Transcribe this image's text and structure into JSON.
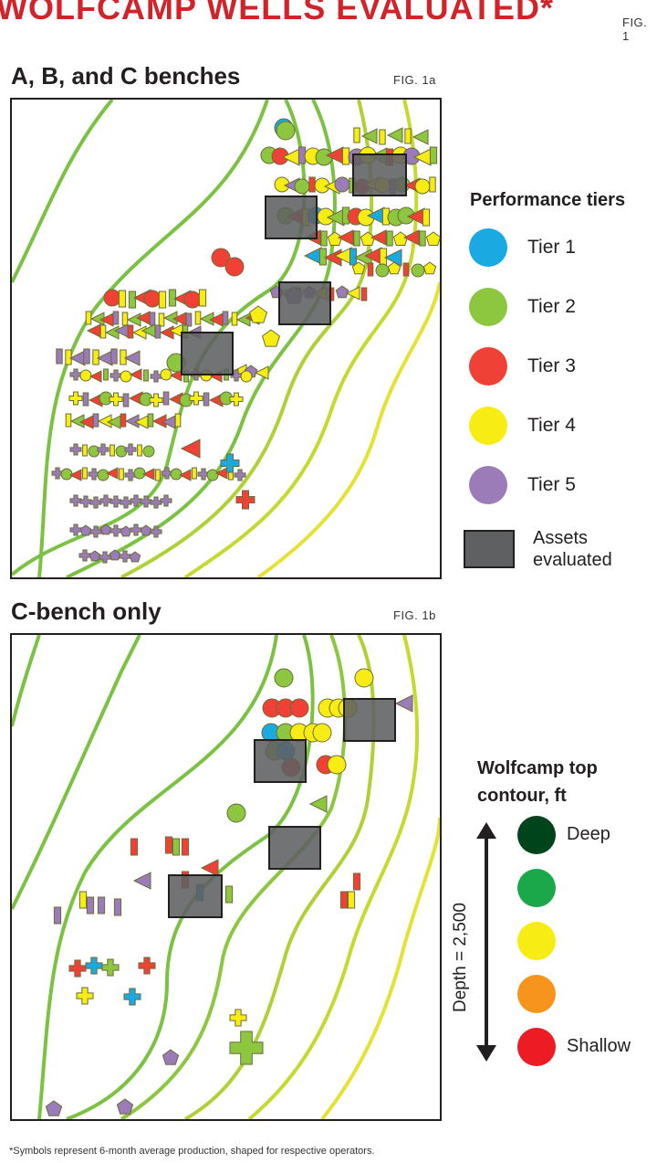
{
  "title": "WOLFCAMP WELLS EVALUATED*",
  "fig_main": "FIG. 1",
  "panel_a": {
    "title": "A, B, and C benches",
    "fig": "FIG. 1a"
  },
  "panel_b": {
    "title": "C-bench only",
    "fig": "FIG. 1b"
  },
  "tier_legend": {
    "title": "Performance tiers",
    "items": [
      {
        "label": "Tier 1",
        "color": "#1ba9e1"
      },
      {
        "label": "Tier 2",
        "color": "#8dc63f"
      },
      {
        "label": "Tier 3",
        "color": "#ef4136"
      },
      {
        "label": "Tier 4",
        "color": "#f7ec13"
      },
      {
        "label": "Tier 5",
        "color": "#9b7cb9"
      }
    ],
    "assets_label_1": "Assets",
    "assets_label_2": "evaluated",
    "assets_color": "#5f6062"
  },
  "contour_legend": {
    "title_1": "Wolfcamp top",
    "title_2": "contour, ft",
    "depth_label": "Depth = 2,500",
    "items": [
      {
        "label": "Deep",
        "color": "#00441b"
      },
      {
        "label": "",
        "color": "#1aa84a"
      },
      {
        "label": "",
        "color": "#f7ec13"
      },
      {
        "label": "",
        "color": "#f7941d"
      },
      {
        "label": "Shallow",
        "color": "#ed1c24"
      }
    ]
  },
  "footnote": "*Symbols represent 6-month average production, shaped for respective operators."
}
